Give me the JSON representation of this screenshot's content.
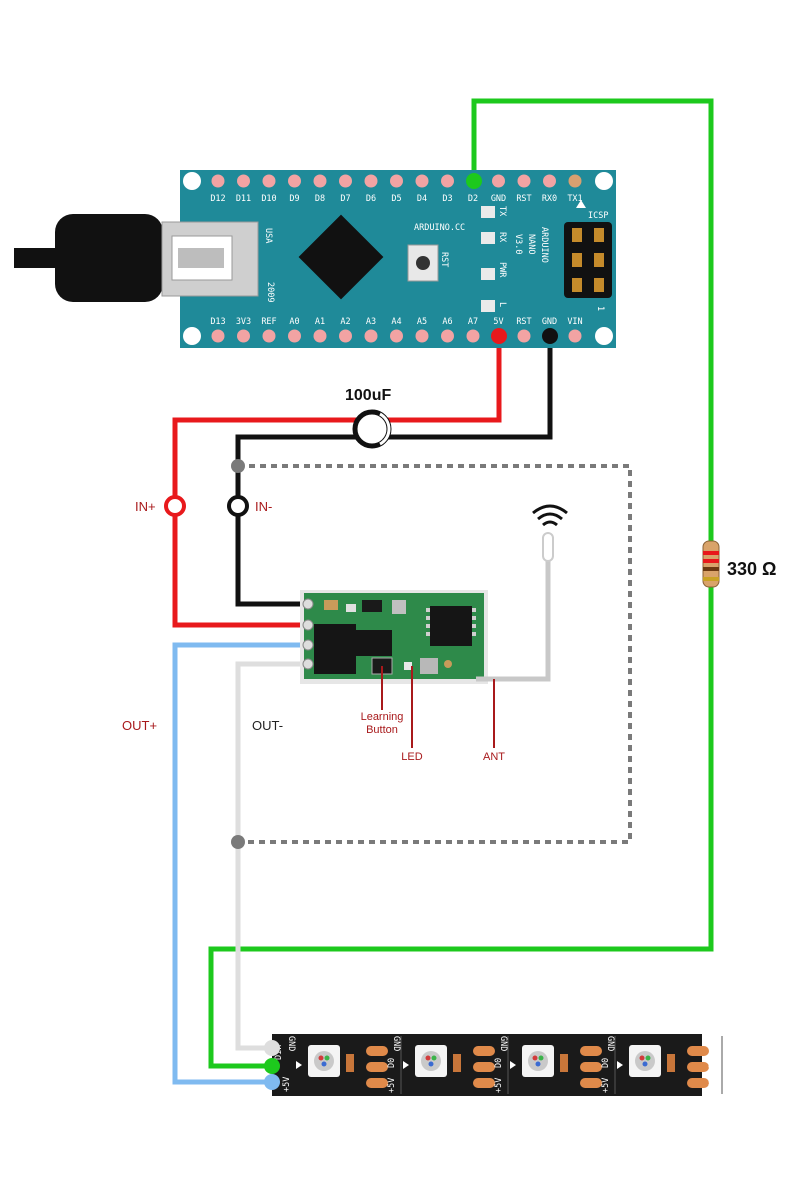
{
  "arduino": {
    "top_pins": [
      "D12",
      "D11",
      "D10",
      "D9",
      "D8",
      "D7",
      "D6",
      "D5",
      "D4",
      "D3",
      "D2",
      "GND",
      "RST",
      "RX0",
      "TX1"
    ],
    "bottom_pins": [
      "D13",
      "3V3",
      "REF",
      "A0",
      "A1",
      "A2",
      "A3",
      "A4",
      "A5",
      "A6",
      "A7",
      "5V",
      "RST",
      "GND",
      "VIN"
    ],
    "usa": "USA",
    "year": "2009",
    "site": "ARDUINO.CC",
    "name_lines": [
      "ARDUINO",
      "NANO",
      "V3.0"
    ],
    "rst": "RST",
    "leds": [
      "TX",
      "RX",
      "PWR",
      "L"
    ],
    "icsp": "ICSP",
    "icsp_pin": "1"
  },
  "capacitor_label": "100uF",
  "resistor_label": "330 Ω",
  "receiver": {
    "in_plus": "IN+",
    "in_minus": "IN-",
    "out_plus": "OUT+",
    "out_minus": "OUT-",
    "learning_button": [
      "Learning",
      "Button"
    ],
    "led": "LED",
    "ant": "ANT"
  },
  "strip": {
    "in_labels": [
      "GND",
      "Din",
      "+5V"
    ],
    "out_labels": [
      "GND",
      "D0",
      "+5V"
    ]
  },
  "colors": {
    "wire_red": "#e8191c",
    "wire_black": "#111111",
    "wire_green": "#1dc91d",
    "wire_blue": "#7fbaf0",
    "wire_white": "#dedede",
    "wire_grey_dotted": "#7a7a7a",
    "board_teal": "#1f8a99",
    "pcb_green": "#2e8a4a",
    "strip_black": "#1a1a1a",
    "label_red": "#a8191b"
  }
}
